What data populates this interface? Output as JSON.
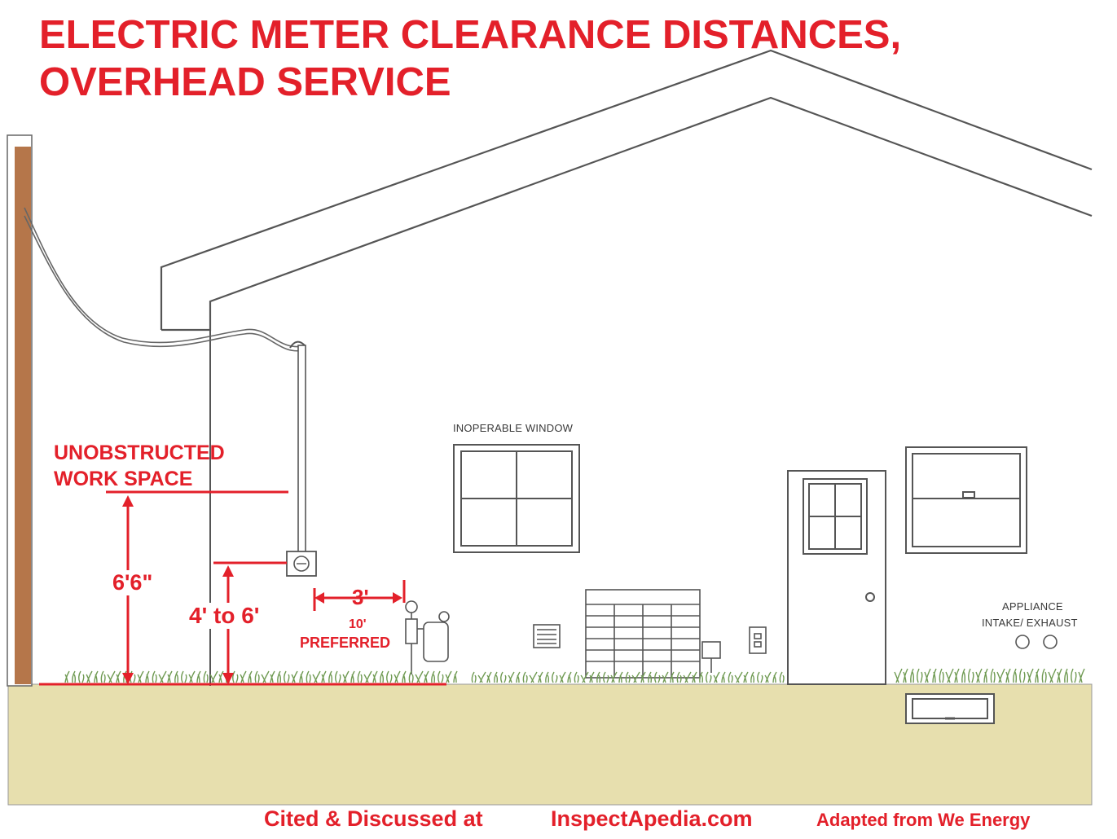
{
  "title": {
    "line1": "ELECTRIC METER CLEARANCE DISTANCES,",
    "line2": "OVERHEAD SERVICE"
  },
  "labels": {
    "unobstructed_line1": "UNOBSTRUCTED",
    "unobstructed_line2": "WORK SPACE",
    "dim_6_6": "6'6\"",
    "dim_4_to_6": "4' to 6'",
    "dim_3": "3'",
    "dim_10": "10'",
    "preferred": "PREFERRED",
    "inoperable_window": "INOPERABLE WINDOW",
    "appliance_line1": "APPLIANCE",
    "appliance_line2": "INTAKE/ EXHAUST"
  },
  "footer": {
    "cited": "Cited & Discussed at",
    "site": "InspectApedia.com",
    "adapted": "Adapted from We Energy"
  },
  "colors": {
    "accent_red": "#e3202a",
    "pole_brown": "#b5764a",
    "ground_tan": "#e7dfae",
    "line_gray": "#555555",
    "grass_green": "#6f9a52"
  }
}
